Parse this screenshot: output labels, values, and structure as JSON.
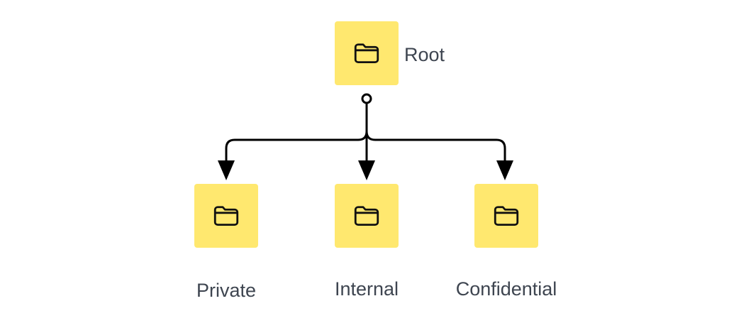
{
  "colors": {
    "node_fill": "#ffe86f",
    "icon_stroke": "#111111",
    "edge_stroke": "#000000",
    "label_text": "#3e4550"
  },
  "nodes": {
    "root": {
      "label": "Root",
      "icon": "folder-icon"
    },
    "private": {
      "label": "Private",
      "icon": "folder-icon"
    },
    "internal": {
      "label": "Internal",
      "icon": "folder-icon"
    },
    "confidential": {
      "label": "Confidential",
      "icon": "folder-icon"
    }
  }
}
